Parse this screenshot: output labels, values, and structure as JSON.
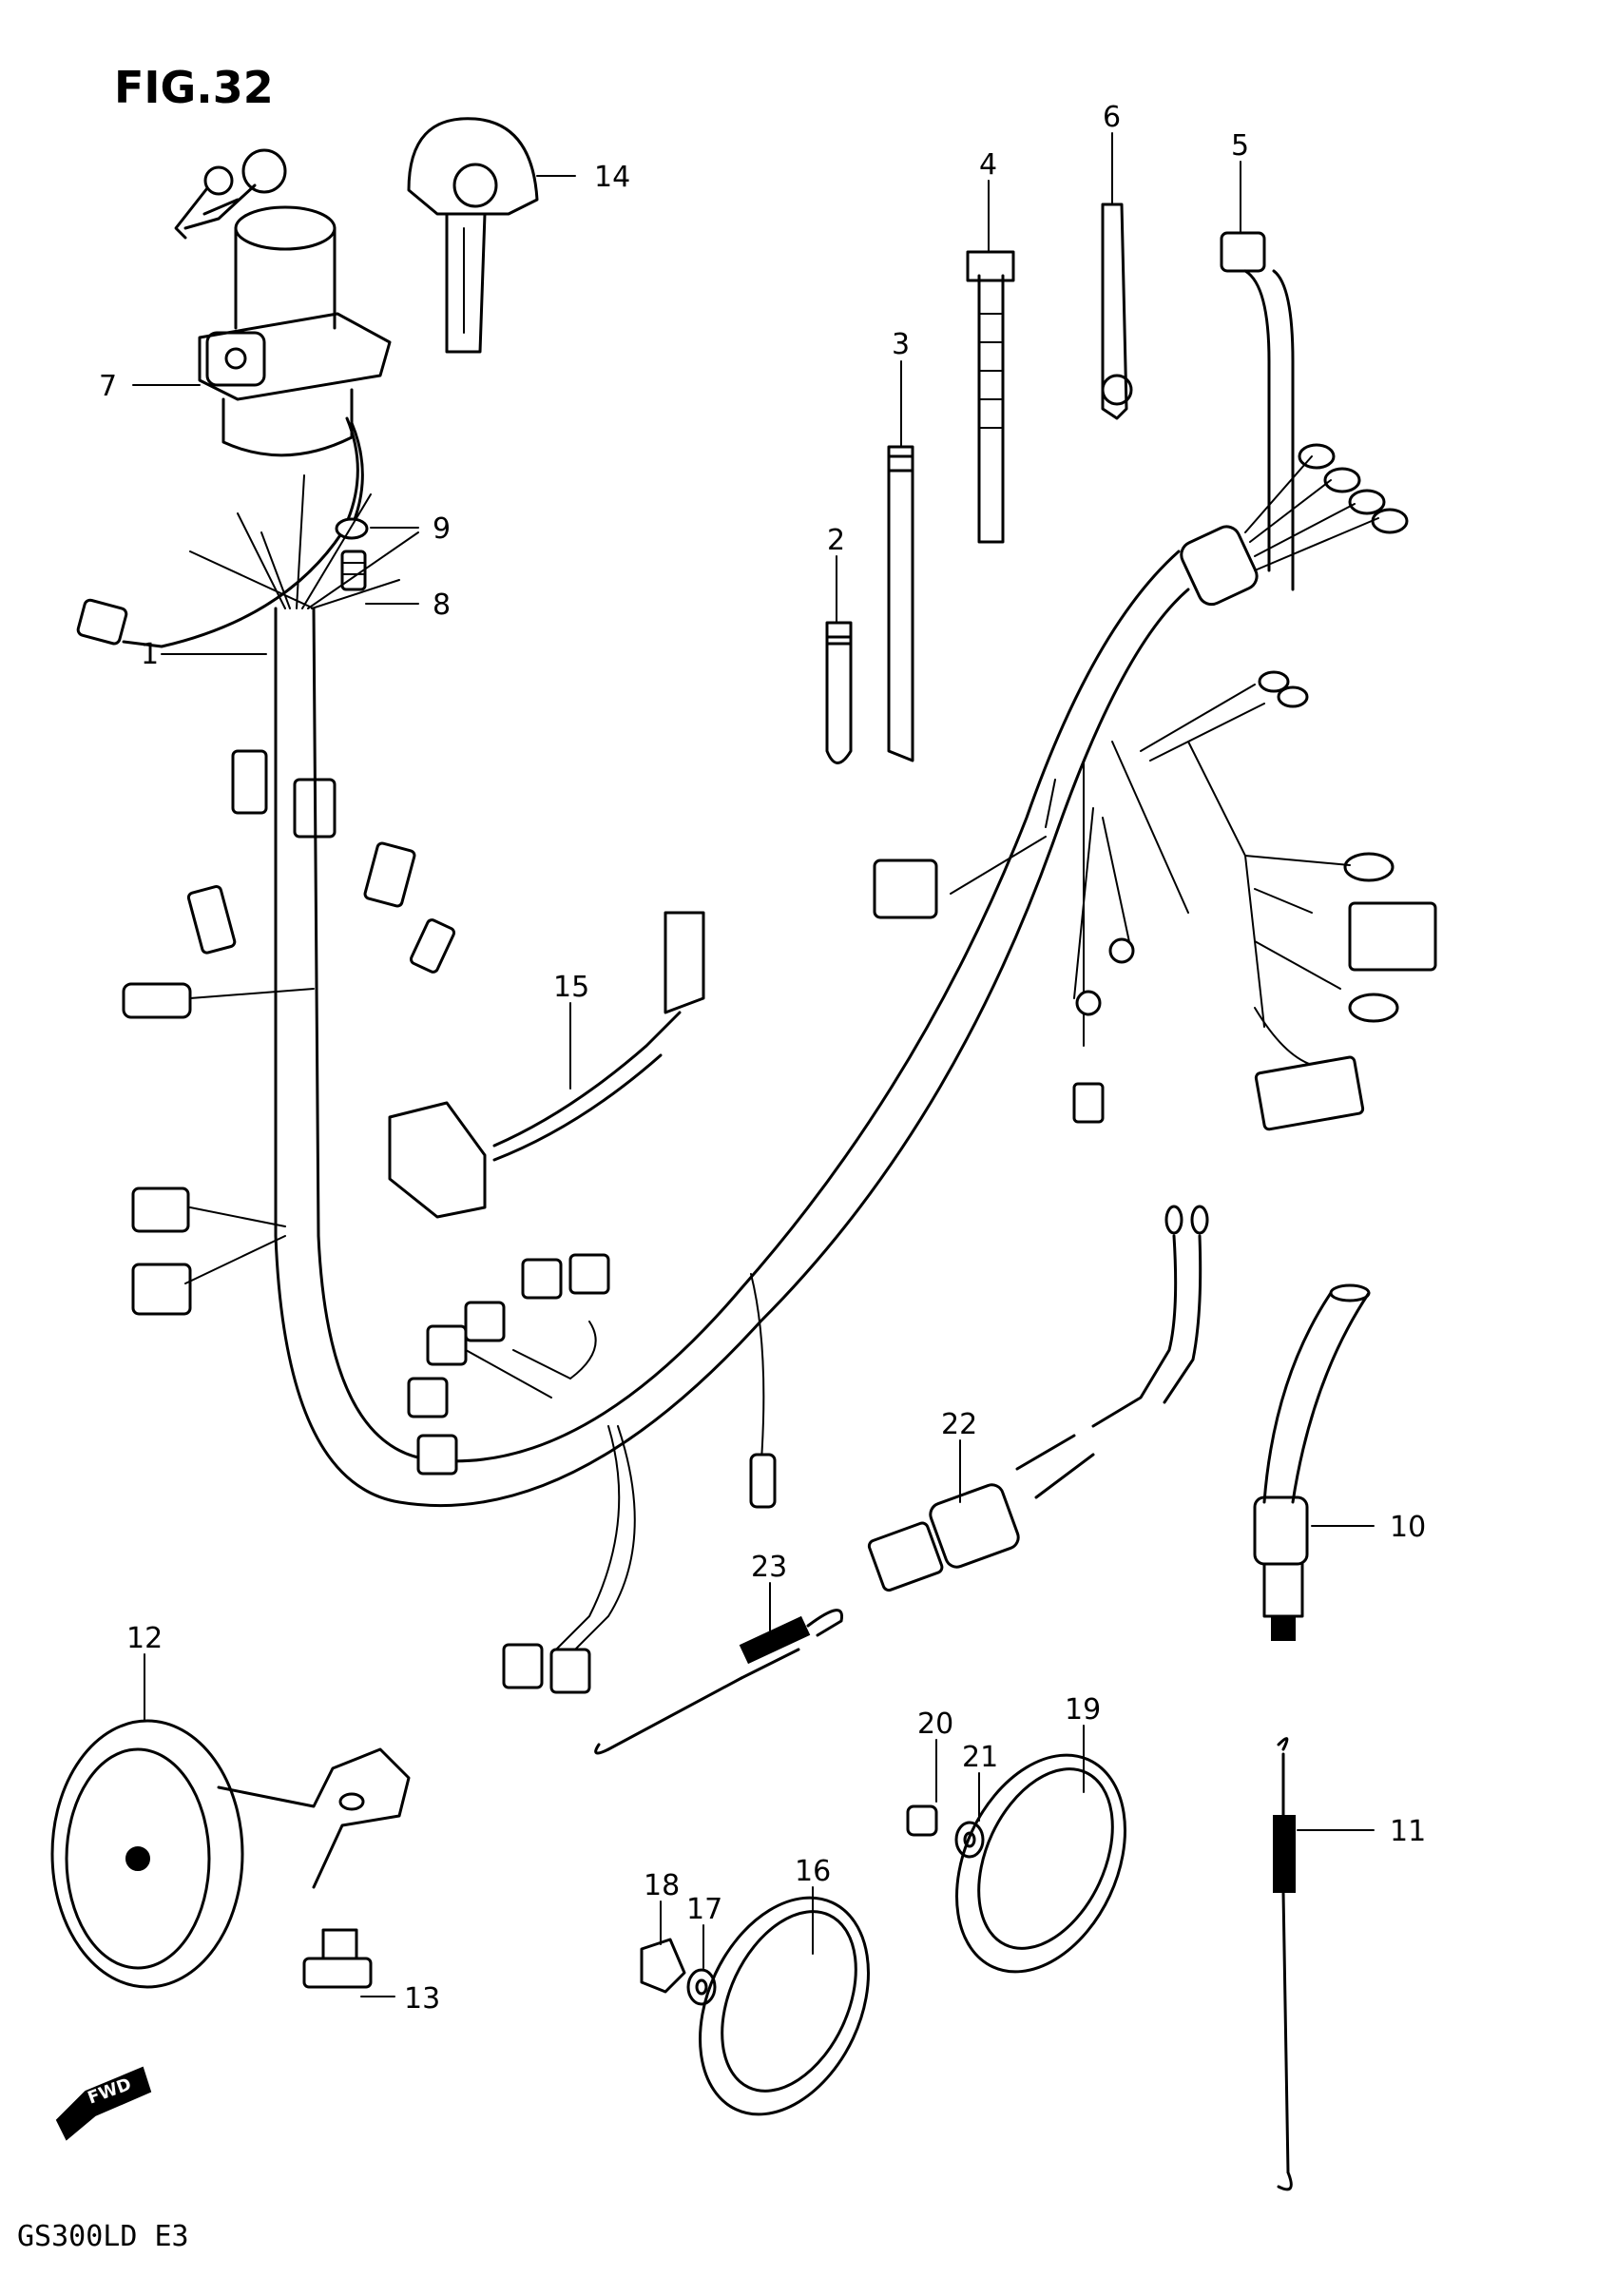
{
  "figure": {
    "title": "FIG.32",
    "model_code": "GS300LD E3",
    "fwd_label": "FWD"
  },
  "callouts": [
    {
      "id": "1",
      "label": "1"
    },
    {
      "id": "2",
      "label": "2"
    },
    {
      "id": "3",
      "label": "3"
    },
    {
      "id": "4",
      "label": "4"
    },
    {
      "id": "5",
      "label": "5"
    },
    {
      "id": "6",
      "label": "6"
    },
    {
      "id": "7",
      "label": "7"
    },
    {
      "id": "8",
      "label": "8"
    },
    {
      "id": "9",
      "label": "9"
    },
    {
      "id": "10",
      "label": "10"
    },
    {
      "id": "11",
      "label": "11"
    },
    {
      "id": "12",
      "label": "12"
    },
    {
      "id": "13",
      "label": "13"
    },
    {
      "id": "14",
      "label": "14"
    },
    {
      "id": "15",
      "label": "15"
    },
    {
      "id": "16",
      "label": "16"
    },
    {
      "id": "17",
      "label": "17"
    },
    {
      "id": "18",
      "label": "18"
    },
    {
      "id": "19",
      "label": "19"
    },
    {
      "id": "20",
      "label": "20"
    },
    {
      "id": "21",
      "label": "21"
    },
    {
      "id": "22",
      "label": "22"
    },
    {
      "id": "23",
      "label": "23"
    }
  ]
}
